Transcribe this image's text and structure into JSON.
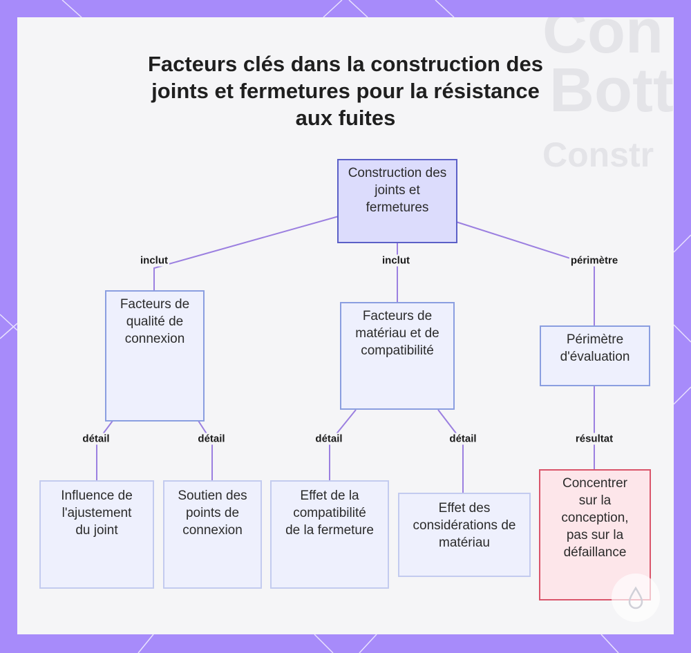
{
  "title": "Facteurs clés dans la construction des joints et fermetures pour la résistance aux fuites",
  "nodes": {
    "root": "Construction des joints et fermetures",
    "connection_quality": "Facteurs de qualité de connexion",
    "material": "Facteurs de matériau et de compatibilité",
    "scope": "Périmètre d'évaluation",
    "joint_fit": "Influence de l'ajustement du joint",
    "support_points": "Soutien des points de connexion",
    "closure_compat": "Effet de la compatibilité de la fermeture",
    "material_considerations": "Effet des considérations de matériau",
    "focus_design": "Concentrer sur la conception, pas sur la défaillance"
  },
  "edges": {
    "root_to_quality": "inclut",
    "root_to_material": "inclut",
    "root_to_scope": "périmètre",
    "quality_to_fit": "détail",
    "quality_to_support": "détail",
    "material_to_closure": "détail",
    "material_to_considerations": "détail",
    "scope_to_focus": "résultat"
  },
  "colors": {
    "background": "#a78bfa",
    "connector": "#9b7fe0",
    "primary_fill": "#dcdcfc",
    "result_border": "#d9546a"
  }
}
